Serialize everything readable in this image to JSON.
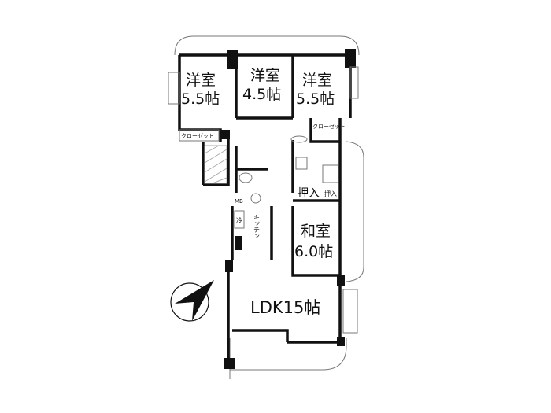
{
  "rooms": {
    "western_left": {
      "name": "洋室",
      "size": "5.5帖"
    },
    "western_middle": {
      "name": "洋室",
      "size": "4.5帖"
    },
    "western_right": {
      "name": "洋室",
      "size": "5.5帖"
    },
    "japanese": {
      "name": "和室",
      "size": "6.0帖"
    },
    "ldk": {
      "label": "LDK15帖"
    },
    "kitchen": {
      "label": "キッチン"
    }
  },
  "storage": {
    "closet_left": "クローゼット",
    "closet_right": "クローゼット",
    "oshiire_1": "押入",
    "oshiire_2": "押入",
    "mb": "MB",
    "fridge": "冷"
  },
  "compass": {
    "icon": "north-arrow-icon"
  }
}
